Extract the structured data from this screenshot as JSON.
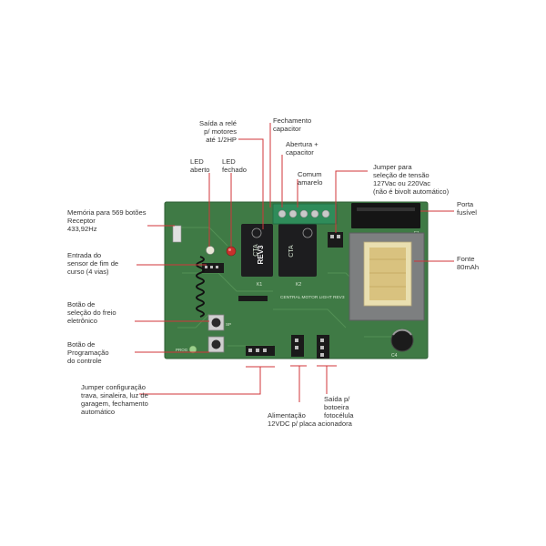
{
  "colors": {
    "pcb": "#3f7a45",
    "leader": "#d0353a",
    "text": "#333333",
    "relay": "#1d1d1f",
    "terminal": "#2f8c5a",
    "transformer_core": "#7d7f80",
    "bobbin": "#e9dfb0",
    "winding": "#d9c27f"
  },
  "labels": {
    "relay_output": "Saída a relé\np/ motores\naté 1/2HP",
    "closing_cap": "Fechamento\ncapacitor",
    "opening_cap": "Abertura +\ncapacitor",
    "common": "Comum\namarelo",
    "led_open": "LED\naberto",
    "led_closed": "LED\nfechado",
    "voltage_jumper": "Jumper para\nseleção de tensão\n127Vac ou 220Vac\n(não é bivolt automático)",
    "fuse_holder": "Porta\nfusível",
    "memory": "Memória para 569 botões\nReceptor\n433,92Hz",
    "limit_input": "Entrada do\nsensor de fim de\ncurso (4 vias)",
    "brake_button": "Botão de\nseleção do freio\neletrônico",
    "prog_button": "Botão de\nProgramação\ndo controle",
    "power_supply": "Fonte\n80mAh",
    "config_jumper": "Jumper configuração\ntrava, sinaleira, luz de\ngaragem, fechamento\nautomático",
    "power_input": "Alimentação\n12VDC p/ placa acionadora",
    "photocell_output": "Saída p/\nbotoeira\nfotocélula"
  },
  "board": {
    "silk_title": "CENTRAL MOTOR LIGHT REV3",
    "relay_brand": "CTA",
    "relay_rev": "REV3",
    "silk_prog": "PROG",
    "silk_sp": "SP",
    "silk_fuse": "F1",
    "silk_cap": "C4",
    "silk_k1": "K1",
    "silk_k2": "K2"
  }
}
